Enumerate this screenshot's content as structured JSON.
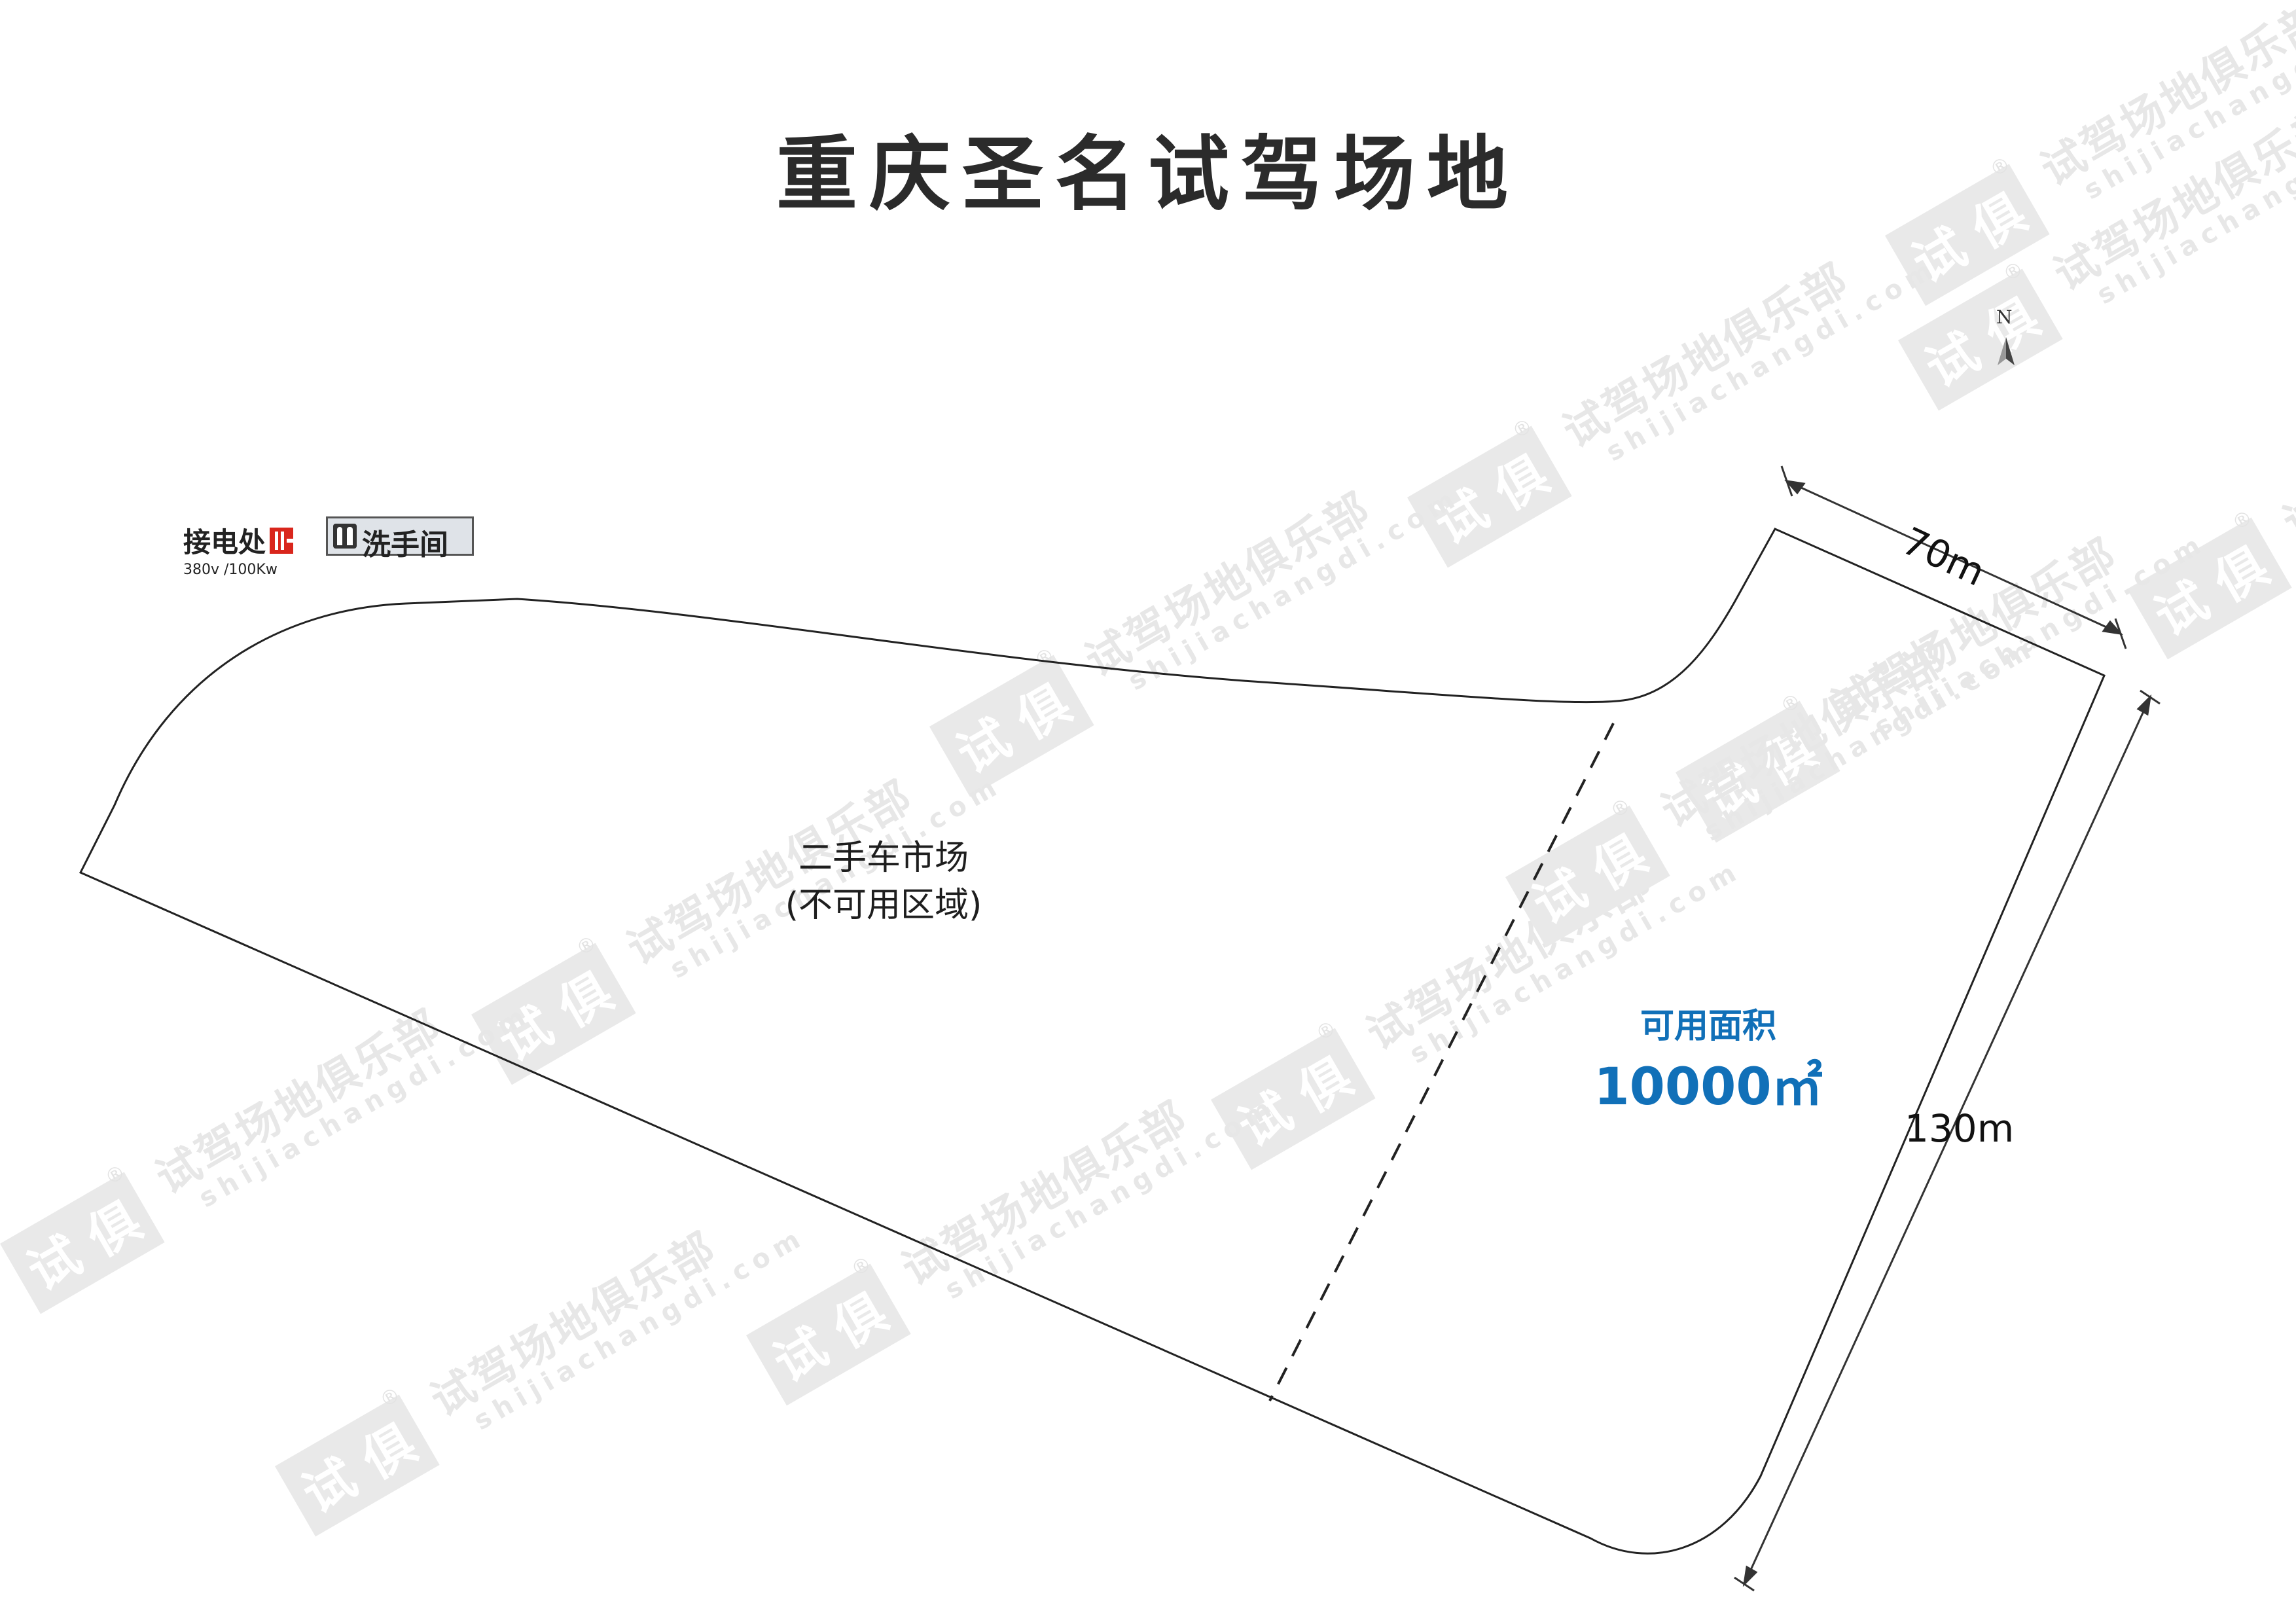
{
  "title": "重庆圣名试驾场地",
  "legend": {
    "power": {
      "label": "接电处",
      "spec": "380v /100Kw",
      "icon": "power-socket-icon"
    },
    "restroom": {
      "label": "洗手间",
      "icon": "restroom-icon"
    }
  },
  "zones": {
    "used_car_market": {
      "name": "二手车市场",
      "note": "(不可用区域)"
    },
    "usable": {
      "label": "可用面积",
      "value": "10000㎡",
      "color": "#1170b8"
    }
  },
  "dimensions": {
    "width": "70m",
    "length": "130m"
  },
  "compass": {
    "label": "N",
    "icon": "north-arrow-icon"
  },
  "watermark": {
    "cn": "试驾场地俱乐部",
    "en": "shijiachangdi.com",
    "logo": "试 俱",
    "registered": "®"
  }
}
